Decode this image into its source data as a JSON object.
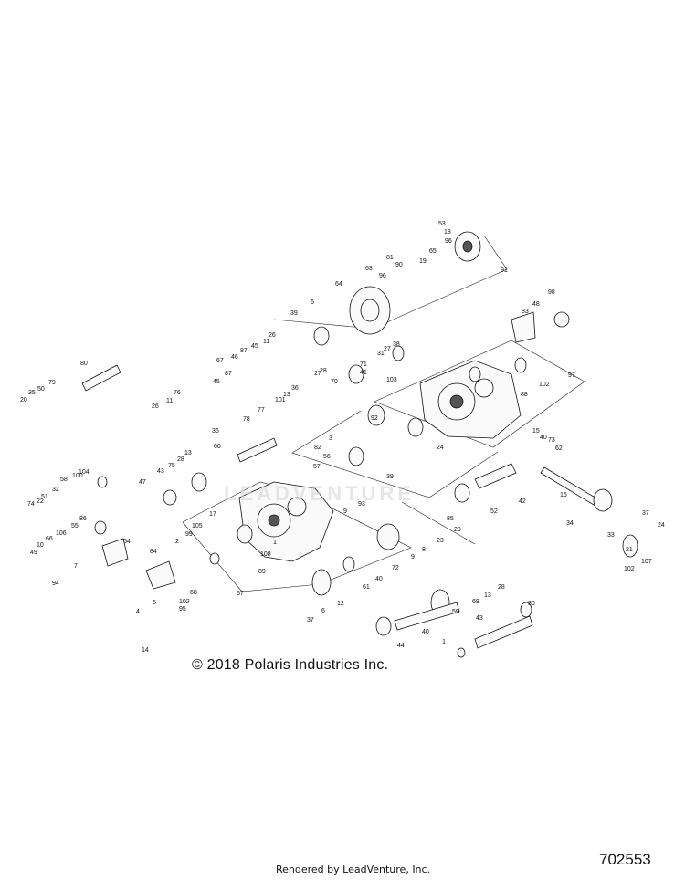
{
  "copyright": "© 2018 Polaris Industries Inc.",
  "watermark": "LEADVENTURE",
  "footer": "Rendered by LeadVenture, Inc.",
  "doc_number": "702553",
  "callouts": [
    "53",
    "18",
    "96",
    "65",
    "19",
    "81",
    "90",
    "63",
    "96",
    "64",
    "91",
    "6",
    "39",
    "98",
    "48",
    "83",
    "26",
    "11",
    "87",
    "45",
    "67",
    "46",
    "87",
    "45",
    "76",
    "11",
    "26",
    "80",
    "79",
    "50",
    "35",
    "20",
    "38",
    "27",
    "31",
    "71",
    "41",
    "70",
    "27",
    "28",
    "36",
    "13",
    "101",
    "103",
    "102",
    "88",
    "97",
    "77",
    "78",
    "60",
    "36",
    "13",
    "28",
    "75",
    "43",
    "47",
    "3",
    "56",
    "92",
    "82",
    "39",
    "24",
    "15",
    "40",
    "73",
    "62",
    "16",
    "57",
    "9",
    "93",
    "29",
    "85",
    "42",
    "52",
    "34",
    "37",
    "33",
    "24",
    "21",
    "107",
    "102",
    "17",
    "105",
    "99",
    "2",
    "108",
    "89",
    "67",
    "84",
    "68",
    "102",
    "95",
    "54",
    "104",
    "58",
    "100",
    "32",
    "51",
    "22",
    "74",
    "55",
    "86",
    "106",
    "66",
    "10",
    "49",
    "7",
    "94",
    "5",
    "4",
    "14",
    "72",
    "9",
    "8",
    "23",
    "40",
    "61",
    "12",
    "6",
    "37",
    "28",
    "13",
    "69",
    "59",
    "40",
    "44",
    "30",
    "43",
    "1"
  ]
}
